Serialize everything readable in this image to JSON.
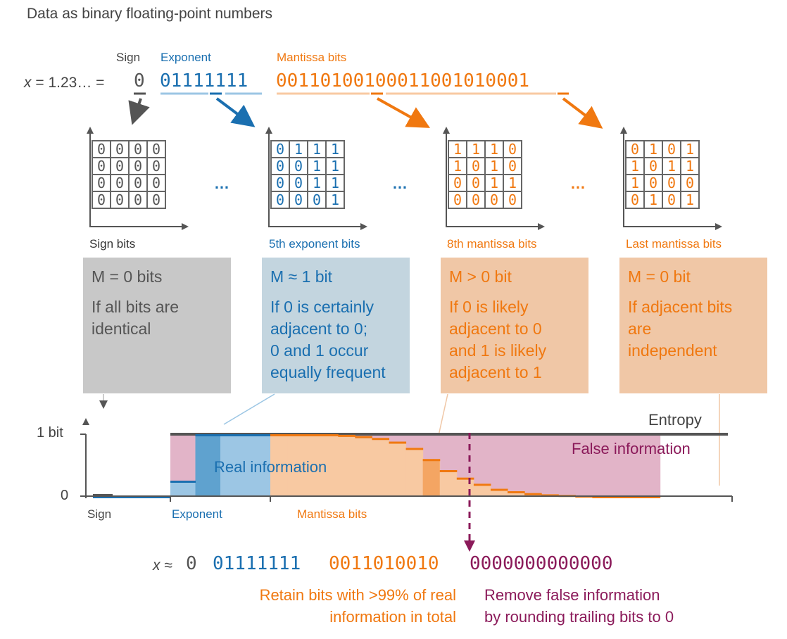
{
  "title": "Data as binary floating-point numbers",
  "header": {
    "sign_label": "Sign",
    "exponent_label": "Exponent",
    "mantissa_label": "Mantissa bits",
    "x_label": "x = 1.23… =",
    "sign_bits": "0",
    "exponent_bits": "01111111",
    "mantissa_bits": "00110100100011001010001"
  },
  "grids": [
    {
      "caption": "Sign bits",
      "rows": [
        [
          "0",
          "0",
          "0",
          "0"
        ],
        [
          "0",
          "0",
          "0",
          "0"
        ],
        [
          "0",
          "0",
          "0",
          "0"
        ],
        [
          "0",
          "0",
          "0",
          "0"
        ]
      ]
    },
    {
      "caption": "5th exponent bits",
      "rows": [
        [
          "0",
          "1",
          "1",
          "1"
        ],
        [
          "0",
          "0",
          "1",
          "1"
        ],
        [
          "0",
          "0",
          "1",
          "1"
        ],
        [
          "0",
          "0",
          "0",
          "1"
        ]
      ]
    },
    {
      "caption": "8th mantissa bits",
      "rows": [
        [
          "1",
          "1",
          "1",
          "0"
        ],
        [
          "1",
          "0",
          "1",
          "0"
        ],
        [
          "0",
          "0",
          "1",
          "1"
        ],
        [
          "0",
          "0",
          "0",
          "0"
        ]
      ]
    },
    {
      "caption": "Last mantissa bits",
      "rows": [
        [
          "0",
          "1",
          "0",
          "1"
        ],
        [
          "1",
          "0",
          "1",
          "1"
        ],
        [
          "1",
          "0",
          "0",
          "0"
        ],
        [
          "0",
          "1",
          "0",
          "1"
        ]
      ]
    }
  ],
  "ellipsis": "…",
  "boxes": [
    {
      "head": "M = 0 bits",
      "lines": [
        "If all bits are",
        "identical"
      ]
    },
    {
      "head": "M ≈ 1 bit",
      "lines": [
        "If 0 is certainly",
        "adjacent to 0;",
        "0 and 1 occur",
        "equally frequent"
      ]
    },
    {
      "head": "M > 0 bit",
      "lines": [
        "If 0 is likely",
        "adjacent to 0",
        "and 1 is likely",
        "adjacent to 1"
      ]
    },
    {
      "head": "M = 0 bit",
      "lines": [
        "If adjacent bits",
        "are",
        "independent"
      ]
    }
  ],
  "colors": {
    "gray": "#555555",
    "blue": "#1a6fb0",
    "orange": "#f07810",
    "purple": "#8b1a5a",
    "box_gray": "#c8c8c8",
    "box_blue": "#c3d5df",
    "box_orange": "#f0c7a6",
    "real_light_blue": "#9cc6e4",
    "real_orange": "#f8c9a2",
    "false_pink": "#e2b4c8"
  },
  "chart_data": {
    "type": "area",
    "ylabel_ticks": [
      "1 bit",
      "0"
    ],
    "x_groups": [
      "Sign",
      "Exponent",
      "Mantissa bits"
    ],
    "annotations": [
      "Entropy",
      "Real information",
      "False information"
    ],
    "series": [
      {
        "name": "Entropy",
        "values": [
          0,
          0,
          0,
          0,
          0,
          1,
          1,
          1,
          1,
          1,
          1,
          1,
          1,
          1,
          1,
          1,
          1,
          1,
          1,
          1,
          1,
          1,
          1,
          1,
          1,
          1,
          1,
          1,
          1,
          1,
          1,
          1
        ]
      },
      {
        "name": "Real information",
        "values": [
          0,
          0,
          0,
          0,
          0,
          0.25,
          1,
          1,
          1,
          1,
          1,
          1,
          1,
          0.99,
          0.97,
          0.94,
          0.88,
          0.78,
          0.6,
          0.42,
          0.3,
          0.2,
          0.12,
          0.08,
          0.05,
          0.03,
          0.02,
          0.01,
          0,
          0,
          0,
          0
        ]
      }
    ],
    "ylim": [
      0,
      1
    ]
  },
  "result": {
    "x_label": "x ≈",
    "sign_bits": "0",
    "exponent_bits": "01111111",
    "kept_mantissa": "0011010010",
    "zero_mantissa": "0000000000000",
    "retain_lines": [
      "Retain bits with >99% of real",
      "information in total"
    ],
    "remove_lines": [
      "Remove false information",
      "by rounding trailing bits to 0"
    ]
  }
}
